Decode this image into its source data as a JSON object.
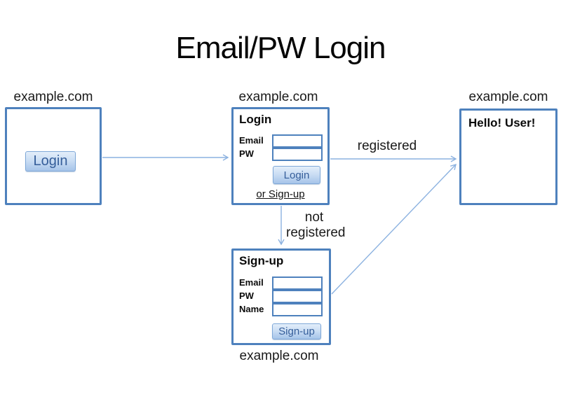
{
  "title": "Email/PW Login",
  "screens": {
    "landing": {
      "site": "example.com",
      "login_button": "Login"
    },
    "login": {
      "site": "example.com",
      "heading": "Login",
      "email_label": "Email",
      "pw_label": "PW",
      "login_button": "Login",
      "signup_link": "or Sign-up"
    },
    "welcome": {
      "site": "example.com",
      "message": "Hello! User!"
    },
    "signup": {
      "site": "example.com",
      "heading": "Sign-up",
      "email_label": "Email",
      "pw_label": "PW",
      "name_label": "Name",
      "signup_button": "Sign-up"
    }
  },
  "edges": {
    "registered_label": "registered",
    "not_registered_line1": "not",
    "not_registered_line2": "registered"
  },
  "colors": {
    "box_border": "#4E81BD",
    "input_border": "#4E81BD",
    "arrow": "#8CB2E0",
    "button_border": "#7FA8D8",
    "button_gradient_top": "#E3EEFA",
    "button_gradient_bottom": "#A6C4E9",
    "button_text": "#355E9A",
    "text": "#000000"
  }
}
